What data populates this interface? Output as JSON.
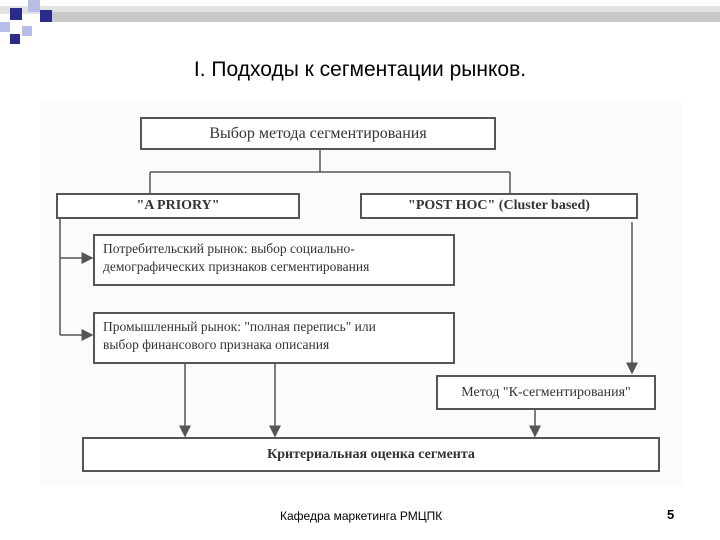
{
  "slide": {
    "title": "I. Подходы к сегментации рынков.",
    "footer": "Кафедра маркетинга РМЦПК",
    "page_number": "5"
  },
  "diagram": {
    "top_box": "Выбор метода сегментирования",
    "a_priory": "\"A PRIORY\"",
    "post_hoc": "\"POST HOC\" (Cluster based)",
    "consumer_line1": "Потребительский рынок: выбор социально-",
    "consumer_line2": "демографических признаков сегментирования",
    "industrial_line1": "Промышленный рынок: \"полная перепись\" или",
    "industrial_line2": "выбор финансового признака описания",
    "k_method": "Метод \"К-сегментирования\"",
    "criterial": "Критериальная оценка сегмента"
  },
  "colors": {
    "deco_dark": "#2b2b8c",
    "deco_light": "#b8bde6",
    "box_border": "#555555"
  }
}
